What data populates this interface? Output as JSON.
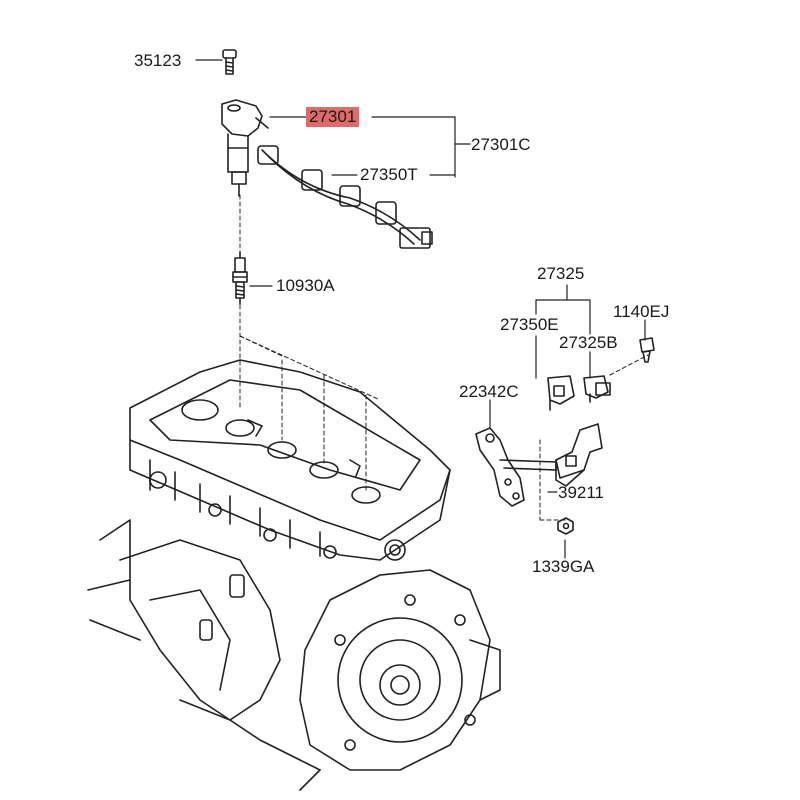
{
  "diagram": {
    "highlight_color": "#e06a6a",
    "line_color": "#222222",
    "part_numbers": {
      "bolt_top": "35123",
      "ignition_coil": "27301",
      "coil_assembly": "27301C",
      "harness": "27350T",
      "spark_plug": "10930A",
      "sensor_group": "27325",
      "sensor_left": "27350E",
      "sensor_right": "27325B",
      "bolt_right": "1140EJ",
      "bracket_plate": "22342C",
      "bracket_small": "39211",
      "nut": "1339GA"
    }
  }
}
